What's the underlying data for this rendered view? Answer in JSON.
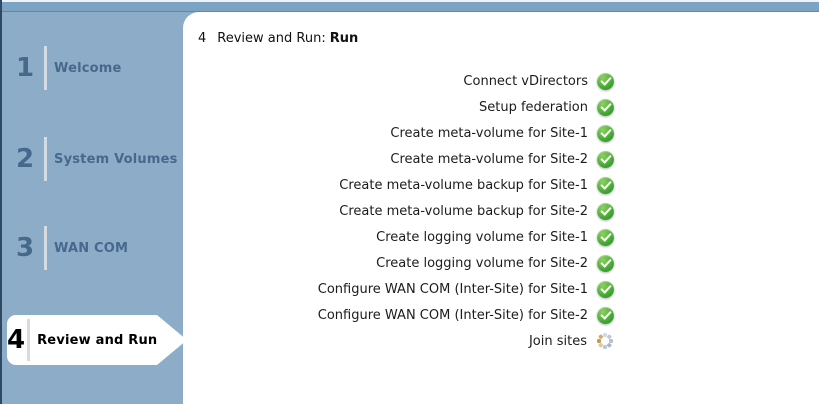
{
  "wizard": {
    "steps": [
      {
        "number": "1",
        "label": "Welcome",
        "active": false
      },
      {
        "number": "2",
        "label": "System Volumes",
        "active": false
      },
      {
        "number": "3",
        "label": "WAN COM",
        "active": false
      },
      {
        "number": "4",
        "label": "Review and Run",
        "active": true
      }
    ],
    "header": {
      "step_number": "4",
      "title": "Review and Run:",
      "emphasis": "Run"
    },
    "tasks": [
      {
        "label": "Connect vDirectors",
        "status": "done"
      },
      {
        "label": "Setup federation",
        "status": "done"
      },
      {
        "label": "Create meta-volume for Site-1",
        "status": "done"
      },
      {
        "label": "Create meta-volume for Site-2",
        "status": "done"
      },
      {
        "label": "Create meta-volume backup for Site-1",
        "status": "done"
      },
      {
        "label": "Create meta-volume backup for Site-2",
        "status": "done"
      },
      {
        "label": "Create logging volume for Site-1",
        "status": "done"
      },
      {
        "label": "Create logging volume for Site-2",
        "status": "done"
      },
      {
        "label": "Configure WAN COM (Inter-Site) for Site-1",
        "status": "done"
      },
      {
        "label": "Configure WAN COM (Inter-Site) for Site-2",
        "status": "done"
      },
      {
        "label": "Join sites",
        "status": "running"
      }
    ],
    "icons": {
      "done": "check-circle-icon",
      "running": "spinner-icon"
    },
    "colors": {
      "topbar_blue": "#7da3c4",
      "sidebar_blue": "#8dacc8",
      "step_text_blue": "#47688d",
      "divider_gray": "#d6dbe2",
      "active_text": "#000000",
      "task_text": "#1c1c1c",
      "done_green": "#3aa02f",
      "spinner_tan": "#c9964a",
      "spinner_gray": "#aab8c8"
    }
  }
}
